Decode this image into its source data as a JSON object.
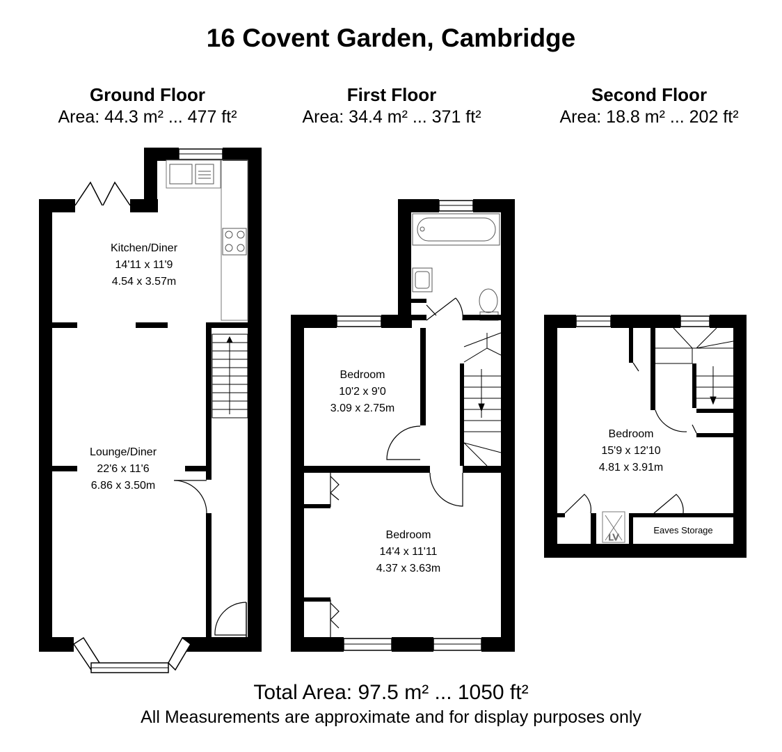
{
  "title": "16 Covent Garden, Cambridge",
  "floors": [
    {
      "name": "Ground Floor",
      "area": "Area: 44.3 m² ... 477 ft²",
      "rooms": [
        {
          "name": "Kitchen/Diner",
          "imperial": "14'11 x 11'9",
          "metric": "4.54 x 3.57m"
        },
        {
          "name": "Lounge/Diner",
          "imperial": "22'6 x 11'6",
          "metric": "6.86 x 3.50m"
        }
      ]
    },
    {
      "name": "First Floor",
      "area": "Area: 34.4 m² ... 371 ft²",
      "rooms": [
        {
          "name": "Bedroom",
          "imperial": "10'2 x 9'0",
          "metric": "3.09 x 2.75m"
        },
        {
          "name": "Bedroom",
          "imperial": "14'4 x 11'11",
          "metric": "4.37 x 3.63m"
        }
      ]
    },
    {
      "name": "Second Floor",
      "area": "Area: 18.8 m² ... 202 ft²",
      "rooms": [
        {
          "name": "Bedroom",
          "imperial": "15'9 x 12'10",
          "metric": "4.81 x 3.91m"
        },
        {
          "name": "Eaves Storage"
        }
      ]
    }
  ],
  "total_area": "Total Area: 97.5 m²  ...  1050 ft²",
  "disclaimer": "All Measurements are approximate and for display purposes only",
  "colors": {
    "wall": "#000000",
    "fixture": "#666666",
    "background": "#ffffff"
  }
}
